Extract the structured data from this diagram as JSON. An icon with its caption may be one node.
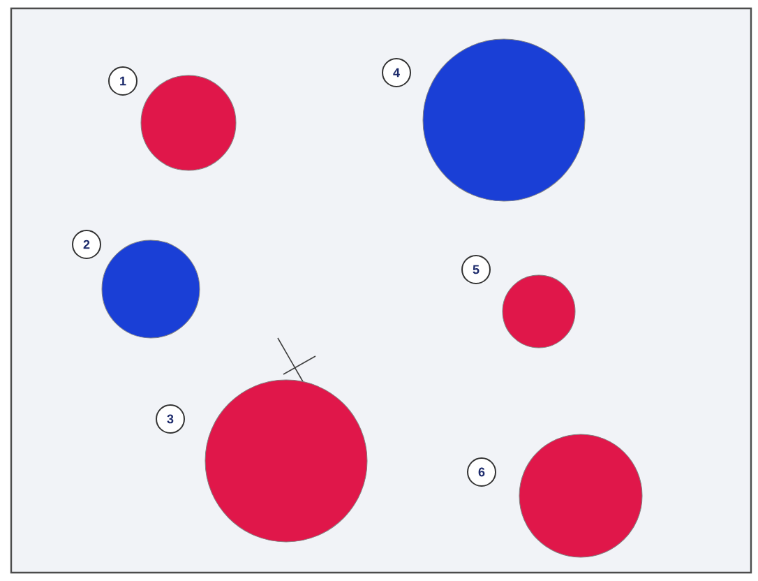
{
  "diagram": {
    "nodes": [
      {
        "text": [
          "1"
        ]
      },
      {
        "text": [
          "4"
        ]
      },
      {
        "text": [
          "2"
        ]
      },
      {
        "text": [
          "5"
        ]
      },
      {
        "text": [
          "3"
        ]
      },
      {
        "text": [
          "6"
        ]
      },
      {
        "text": [],
        "shape": "circle"
      },
      {
        "text": [],
        "shape": "circle"
      },
      {
        "text": [],
        "shape": "circle"
      },
      {
        "text": [],
        "shape": "circle"
      },
      {
        "text": [],
        "shape": "circle"
      },
      {
        "text": [],
        "shape": "circle"
      }
    ]
  }
}
